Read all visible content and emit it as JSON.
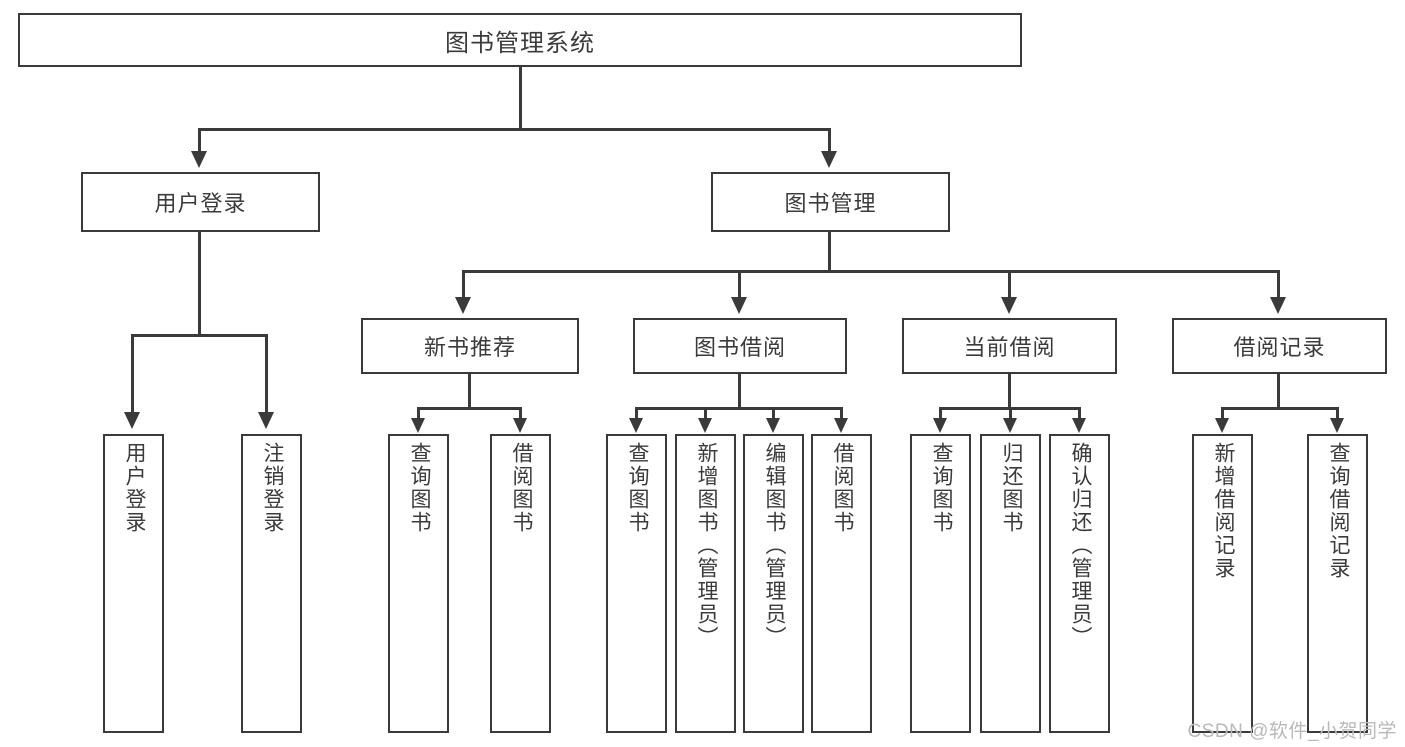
{
  "diagram": {
    "title": "图书管理系统",
    "type": "tree-hierarchy-diagram",
    "root": {
      "label": "图书管理系统"
    },
    "level2": [
      {
        "label": "用户登录"
      },
      {
        "label": "图书管理"
      }
    ],
    "level3": [
      {
        "label": "新书推荐"
      },
      {
        "label": "图书借阅"
      },
      {
        "label": "当前借阅"
      },
      {
        "label": "借阅记录"
      }
    ],
    "leaves": {
      "user_login": [
        {
          "label": "用户登录"
        },
        {
          "label": "注销登录"
        }
      ],
      "new_book_recommend": [
        {
          "label": "查询图书"
        },
        {
          "label": "借阅图书"
        }
      ],
      "book_borrow": [
        {
          "label": "查询图书"
        },
        {
          "label": "新增图书（管理员）"
        },
        {
          "label": "编辑图书（管理员）"
        },
        {
          "label": "借阅图书"
        }
      ],
      "current_borrow": [
        {
          "label": "查询图书"
        },
        {
          "label": "归还图书"
        },
        {
          "label": "确认归还（管理员）"
        }
      ],
      "borrow_record": [
        {
          "label": "新增借阅记录"
        },
        {
          "label": "查询借阅记录"
        }
      ]
    }
  },
  "watermark": {
    "text": "CSDN @软件_小贺同学"
  },
  "colors": {
    "border": "#3a3a3a",
    "text": "#3b3b3b",
    "background": "#ffffff",
    "watermark": "#b9b9b9"
  }
}
